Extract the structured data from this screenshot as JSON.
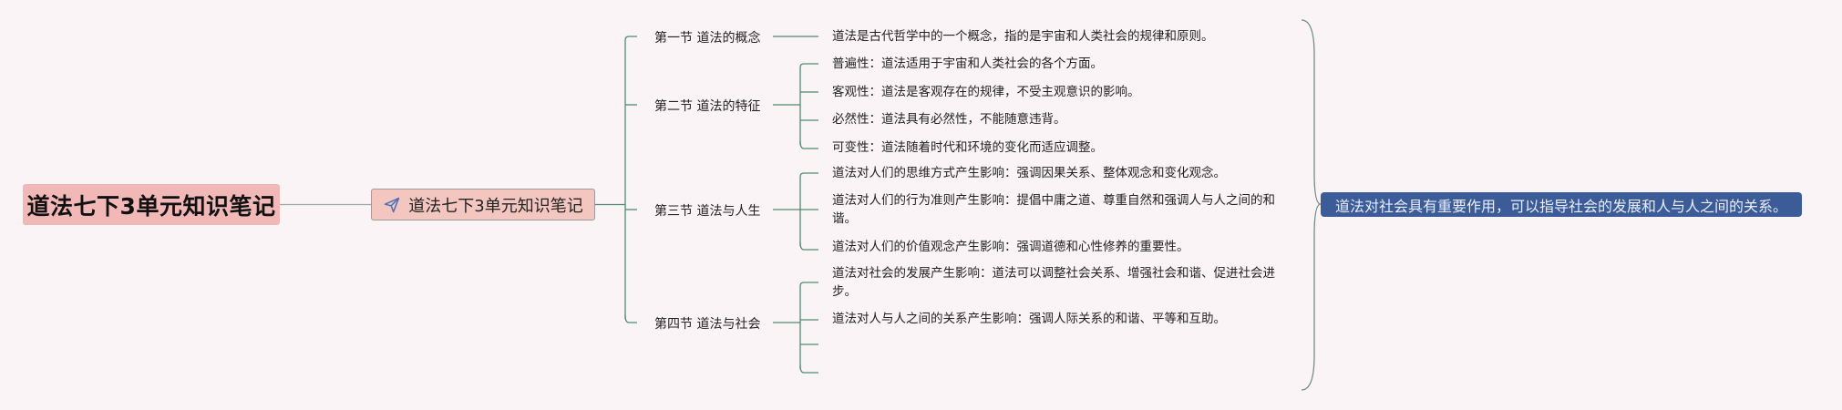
{
  "root": {
    "label": "道法七下3单元知识笔记"
  },
  "subroot": {
    "label": "道法七下3单元知识笔记",
    "icon": "paper-plane-icon"
  },
  "sections": [
    {
      "label": "第一节 道法的概念",
      "items": [
        "道法是古代哲学中的一个概念，指的是宇宙和人类社会的规律和原则。"
      ]
    },
    {
      "label": "第二节 道法的特征",
      "items": [
        "普遍性：道法适用于宇宙和人类社会的各个方面。",
        "客观性：道法是客观存在的规律，不受主观意识的影响。",
        "必然性：道法具有必然性，不能随意违背。",
        "可变性：道法随着时代和环境的变化而适应调整。"
      ]
    },
    {
      "label": "第三节 道法与人生",
      "items": [
        "道法对人们的思维方式产生影响：强调因果关系、整体观念和变化观念。",
        "道法对人们的行为准则产生影响：提倡中庸之道、尊重自然和强调人与人之间的和谐。",
        "道法对人们的价值观念产生影响：强调道德和心性修养的重要性。"
      ]
    },
    {
      "label": "第四节 道法与社会",
      "items": [
        "道法对社会的发展产生影响：道法可以调整社会关系、增强社会和谐、促进社会进步。",
        "道法对人与人之间的关系产生影响：强调人际关系的和谐、平等和互助。",
        "",
        ""
      ]
    }
  ],
  "summary": {
    "label": "道法对社会具有重要作用，可以指导社会的发展和人与人之间的关系。"
  },
  "colors": {
    "line": "#4f8a72",
    "root_bg": "#f2b8b8",
    "sub_bg": "#f4c6c0",
    "summary_bg": "#3b5b99",
    "background": "#fbf4f6"
  }
}
